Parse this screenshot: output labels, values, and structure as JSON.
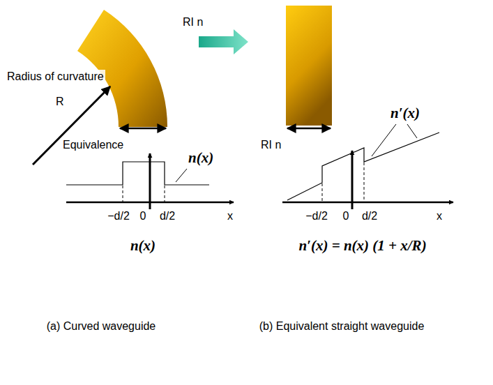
{
  "diagram": {
    "labels": [
      "Radius of curvature",
      "R",
      "RI n",
      "Equivalence",
      "RI n",
      "n(x)",
      "n′(x)",
      "−d/2",
      "0",
      "d/2",
      "x",
      "−d/2",
      "0",
      "d/2",
      "x",
      "n(x)",
      "n′(x) = n(x) (1 + x/R)",
      "(a) Curved waveguide",
      "(b) Equivalent straight waveguide"
    ]
  }
}
